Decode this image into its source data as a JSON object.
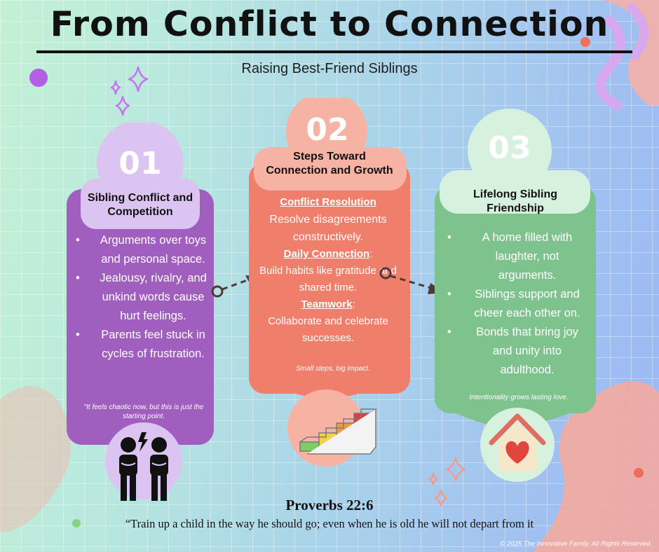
{
  "title": "From Conflict to Connection",
  "subtitle": "Raising Best-Friend Siblings",
  "colors": {
    "purple": "#a05ebf",
    "lavender": "#dcc4f2",
    "coral": "#ef7e6b",
    "peach": "#f6b3a3",
    "green": "#7ec28d",
    "mint": "#d6f1dd"
  },
  "column1": {
    "number": "01",
    "heading_line1": "Sibling Conflict and",
    "heading_line2": "Competition",
    "bullets": [
      "Arguments over toys and personal space.",
      "Jealousy, rivalry, and unkind words cause hurt feelings.",
      "Parents feel stuck in cycles of frustration."
    ],
    "note_line1": "\"It feels chaotic now, but this is just the",
    "note_line2": "starting point.",
    "icon": "arguing-siblings-icon"
  },
  "column2": {
    "number": "02",
    "heading_line1": "Steps Toward",
    "heading_line2": "Connection and Growth",
    "sections": [
      {
        "label": "Conflict Resolution",
        "suffix": "",
        "text": "Resolve disagreements constructively."
      },
      {
        "label": "Daily Connection",
        "suffix": ":",
        "text": "Build habits like gratitude and shared time."
      },
      {
        "label": "Teamwork",
        "suffix": ":",
        "text": "Collaborate and celebrate successes."
      }
    ],
    "note": "Small steps, big impact.",
    "icon": "stairs-icon"
  },
  "column3": {
    "number": "03",
    "heading_line1": "Lifelong Sibling",
    "heading_line2": "Friendship",
    "bullets": [
      "A home filled with laughter, not arguments.",
      "Siblings support and cheer each other on.",
      "Bonds that bring joy and unity into adulthood."
    ],
    "note": "Intentionality grows lasting love.",
    "icon": "home-heart-icon"
  },
  "verse_ref": "Proverbs 22:6",
  "verse": "“Train up a child in the way he should go; even when he is old he will not depart from it",
  "copyright": "© 2025 The Innovative Family. All Rights Reserved."
}
